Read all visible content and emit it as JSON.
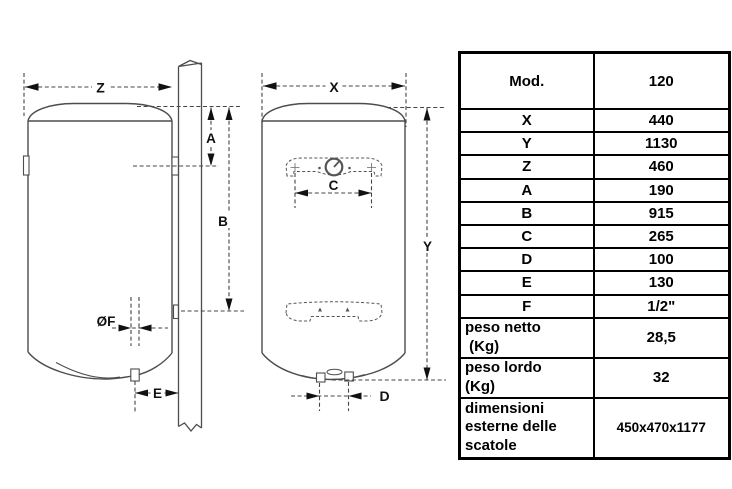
{
  "diagram": {
    "dim_labels": {
      "z": "Z",
      "a": "A",
      "b": "B",
      "f": "ØF",
      "e": "E",
      "x": "X",
      "y": "Y",
      "c": "C",
      "d": "D"
    }
  },
  "table": {
    "header_label": "Mod.",
    "header_value": "120",
    "rows": [
      {
        "label": "X",
        "value": "440"
      },
      {
        "label": "Y",
        "value": "1130"
      },
      {
        "label": "Z",
        "value": "460"
      },
      {
        "label": "A",
        "value": "190"
      },
      {
        "label": "B",
        "value": "915"
      },
      {
        "label": "C",
        "value": "265"
      },
      {
        "label": "D",
        "value": "100"
      },
      {
        "label": "E",
        "value": "130"
      },
      {
        "label": "F",
        "value": "1/2\""
      }
    ],
    "weight_rows": [
      {
        "label": "peso netto\n (Kg)",
        "value": "28,5"
      },
      {
        "label": "peso lordo\n(Kg)",
        "value": "32"
      },
      {
        "label": "dimensioni\nesterne delle\nscatole",
        "value": "450x470x1177"
      }
    ]
  }
}
